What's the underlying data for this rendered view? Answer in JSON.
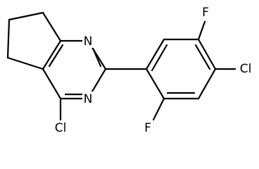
{
  "molecule": {
    "atoms": {
      "n_top": "N",
      "n_bottom": "N",
      "cl_pyrimidine": "Cl",
      "f_top": "F",
      "cl_aryl": "Cl",
      "f_bottom": "F"
    }
  },
  "colors": {
    "bond": "#000000",
    "text": "#000000",
    "background": "#ffffff"
  }
}
